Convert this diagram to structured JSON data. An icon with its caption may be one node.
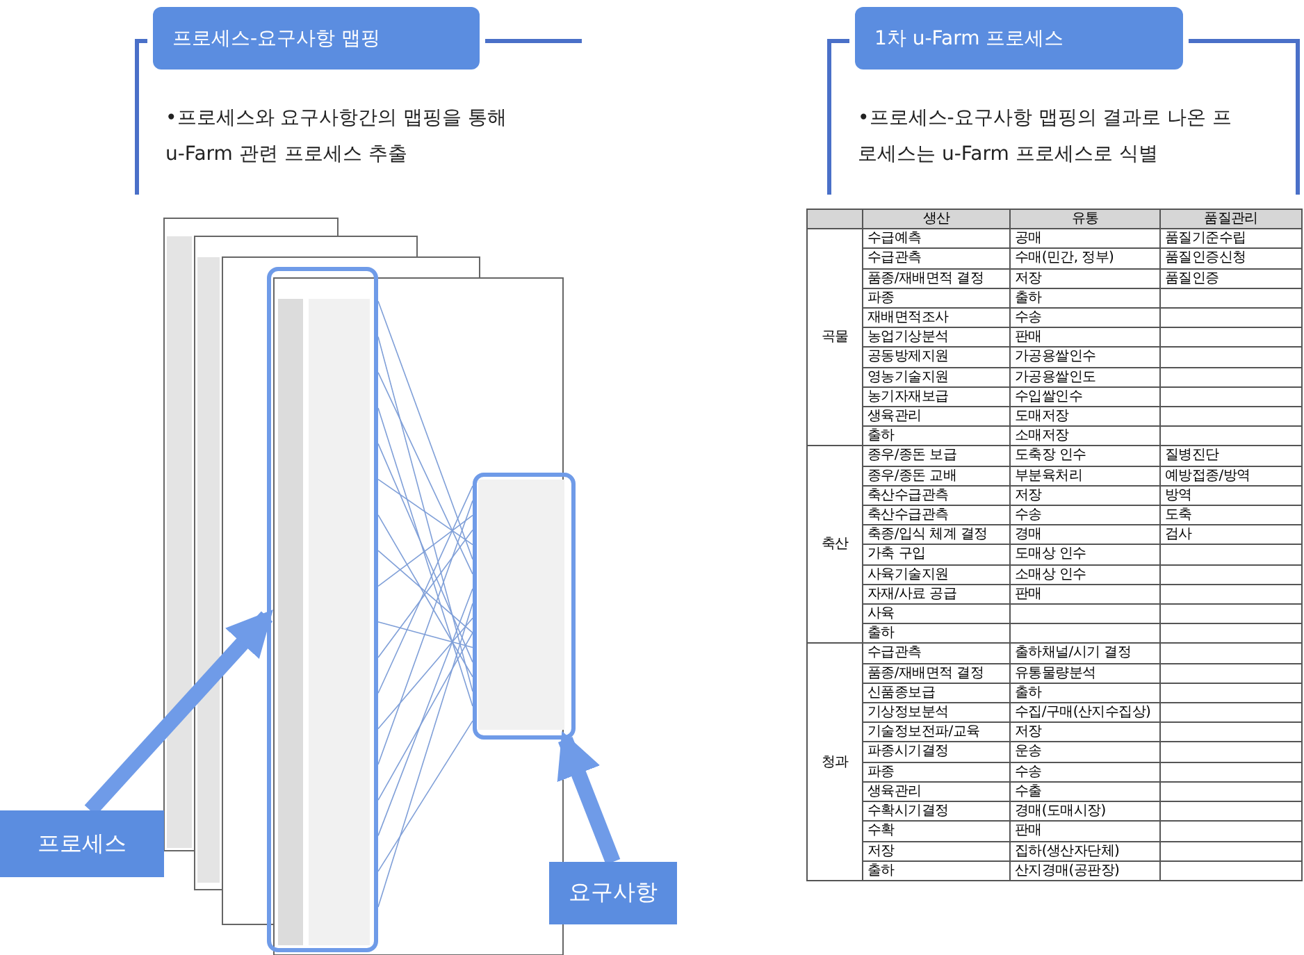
{
  "diagram": {
    "nodes": [
      {
        "text": [
          "프로세스-요구사항 맵핑",
          "•프로세스와 요구사항간의 맵핑을 통해 u-Farm 관련 프로세스 추출"
        ]
      },
      {
        "text": [
          "1차 u-Farm 프로세스",
          "•프로세스-요구사항 맵핑의 결과로 나온 프로세스는 u-Farm 프로세스로 식별"
        ]
      },
      {
        "text": [
          "프로세스"
        ]
      },
      {
        "text": [
          "요구사항"
        ]
      },
      {
        "text": [],
        "shape": "box"
      },
      {
        "text": [],
        "shape": "box"
      }
    ],
    "edges": [
      {
        "from": 2,
        "to": 4,
        "arrow": "to",
        "style": "thick"
      },
      {
        "from": 3,
        "to": 5,
        "arrow": "to",
        "style": "thick"
      },
      {
        "from": 4,
        "to": 5,
        "arrow": "none"
      },
      {
        "from": 4,
        "to": 5,
        "arrow": "none"
      },
      {
        "from": 4,
        "to": 5,
        "arrow": "none"
      },
      {
        "from": 4,
        "to": 5,
        "arrow": "none"
      },
      {
        "from": 4,
        "to": 5,
        "arrow": "none"
      },
      {
        "from": 4,
        "to": 5,
        "arrow": "none"
      },
      {
        "from": 4,
        "to": 5,
        "arrow": "none"
      },
      {
        "from": 4,
        "to": 5,
        "arrow": "none"
      },
      {
        "from": 4,
        "to": 5,
        "arrow": "none"
      },
      {
        "from": 4,
        "to": 5,
        "arrow": "none"
      },
      {
        "from": 4,
        "to": 5,
        "arrow": "none"
      },
      {
        "from": 4,
        "to": 5,
        "arrow": "none"
      },
      {
        "from": 4,
        "to": 5,
        "arrow": "none"
      },
      {
        "from": 4,
        "to": 5,
        "arrow": "none"
      },
      {
        "from": 4,
        "to": 5,
        "arrow": "none"
      },
      {
        "from": 4,
        "to": 5,
        "arrow": "none"
      },
      {
        "from": 4,
        "to": 5,
        "arrow": "none"
      },
      {
        "from": 4,
        "to": 5,
        "arrow": "none"
      }
    ],
    "labels": [
      "생산",
      "유통",
      "품질관리",
      "곡물",
      "수급예측",
      "공매",
      "품질기준수립",
      "수급관측",
      "수매(민간, 정부)",
      "품질인증신청",
      "품종/재배면적 결정",
      "저장",
      "품질인증",
      "파종",
      "출하",
      "재배면적조사",
      "수송",
      "농업기상분석",
      "판매",
      "공동방제지원",
      "가공용쌀인수",
      "영농기술지원",
      "가공용쌀인도",
      "농기자재보급",
      "수입쌀인수",
      "생육관리",
      "도매저장",
      "출하",
      "소매저장",
      "축산",
      "종우/종돈 보급",
      "도축장 인수",
      "질병진단",
      "종우/종돈 교배",
      "부분육처리",
      "예방접종/방역",
      "축산수급관측",
      "저장",
      "방역",
      "축산수급관측",
      "수송",
      "도축",
      "축종/입식 체계 결정",
      "경매",
      "검사",
      "가축 구입",
      "도매상 인수",
      "사육기술지원",
      "소매상 인수",
      "자재/사료 공급",
      "판매",
      "사육",
      "출하",
      "청과",
      "수급관측",
      "출하채널/시기 결정",
      "품종/재배면적 결정",
      "유통물량분석",
      "신품종보급",
      "출하",
      "기상정보분석",
      "수집/구매(산지수집상)",
      "기술정보전파/교육",
      "저장",
      "파종시기결정",
      "운송",
      "파종",
      "수송",
      "생육관리",
      "수출",
      "수확시기결정",
      "경매(도매시장)",
      "수확",
      "판매",
      "저장",
      "집하(생산자단체)",
      "출하",
      "산지경매(공판장)"
    ]
  }
}
